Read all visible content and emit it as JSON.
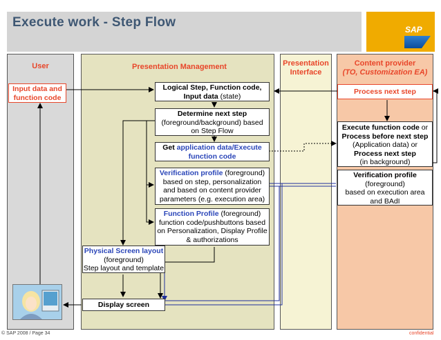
{
  "title": "Execute work - Step Flow",
  "logo_text": "SAP",
  "lanes": {
    "user": "User",
    "pm": "Presentation Management",
    "pi_line1": "Presentation",
    "pi_line2": "Interface",
    "cp_line1": "Content provider",
    "cp_line2": "(TO, Customization EA)"
  },
  "boxes": {
    "input": {
      "l1": "Input data and",
      "l2": "function code"
    },
    "logical": {
      "l1": "Logical Step, Function code,",
      "l2a": "Input data",
      "l2b": " (state)"
    },
    "determine": {
      "l1": "Determine next step",
      "l2": "(foreground/background) based",
      "l3": "on Step Flow"
    },
    "getdata": {
      "l1a": "Get ",
      "l1b": "application data/Execute",
      "l2": "function code"
    },
    "verif": {
      "l1a": "Verification profile",
      "l1b": " (foreground)",
      "l2": "based on step, personalization",
      "l3": "and based on content provider",
      "l4": "parameters (e.g. execution area)"
    },
    "funcprof": {
      "l1a": "Function Profile",
      "l1b": " (foreground)",
      "l2": "function code/pushbuttons based",
      "l3": "on Personalization, Display Profile",
      "l4": "& authorizations"
    },
    "physical": {
      "l1": "Physical Screen layout",
      "l2": "(foreground)",
      "l3": "Step layout and template"
    },
    "display": {
      "l1": "Display screen"
    },
    "process": {
      "l1": "Process next step"
    },
    "execute": {
      "l1a": "Execute function code",
      "l1b": " or",
      "l2": "Process before next step",
      "l3": "(Application data) or",
      "l4": "Process next step",
      "l5": "(in background)"
    },
    "cpverif": {
      "l1": "Verification profile",
      "l2": "(foreground)",
      "l3": "based on execution area",
      "l4": "and BAdI"
    }
  },
  "footer": {
    "left": "© SAP 2008 / Page 34",
    "right": "confidential"
  },
  "colors": {
    "accent_red": "#e8462a",
    "blue": "#2b46b8",
    "title": "#3e5773",
    "sap_gold": "#f0ab00"
  }
}
